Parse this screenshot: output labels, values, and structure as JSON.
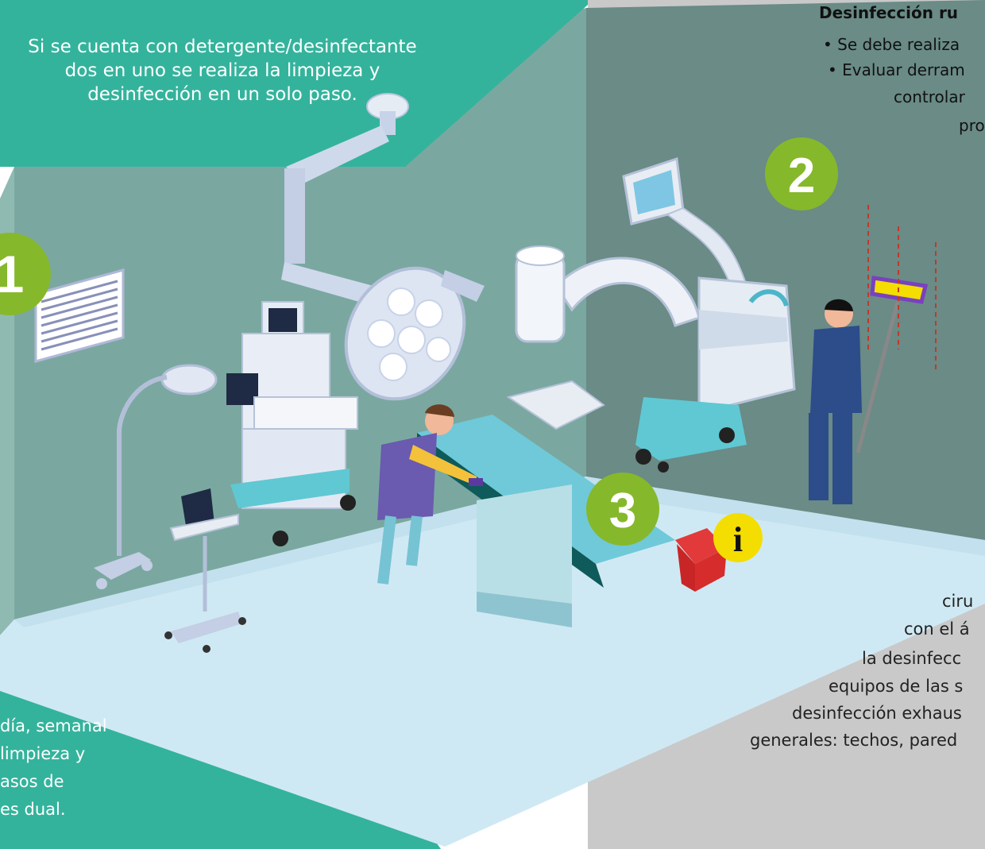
{
  "callouts": {
    "top_left": {
      "lines": [
        "Si se cuenta con detergente/desinfectante",
        "dos en uno se realiza la limpieza y",
        "desinfección en un solo paso."
      ]
    },
    "top_right": {
      "title": "Desinfección ru",
      "lines": [
        "• Se debe realiza",
        "• Evaluar derram",
        "controlar",
        "pro"
      ]
    },
    "bottom_right": {
      "lines": [
        "ciru",
        "con el á",
        "la desinfecc",
        "equipos de las s",
        "desinfección exhaus",
        "generales: techos, pared"
      ]
    },
    "bottom_left": {
      "lines": [
        "día, semanal",
        "limpieza y",
        "asos de",
        "es dual."
      ]
    }
  },
  "steps": {
    "one": "1",
    "two": "2",
    "three": "3"
  },
  "info_badge": "i",
  "colors": {
    "teal_panel": "#34b39c",
    "gray_panel": "#c9c9c9",
    "back_wall": "#7aa8a0",
    "right_wall": "#6a8b86",
    "floor": "#cfe9f4",
    "step_green": "#86b82b",
    "info_yellow": "#f4dd00",
    "waste_red": "#d62c2c"
  }
}
